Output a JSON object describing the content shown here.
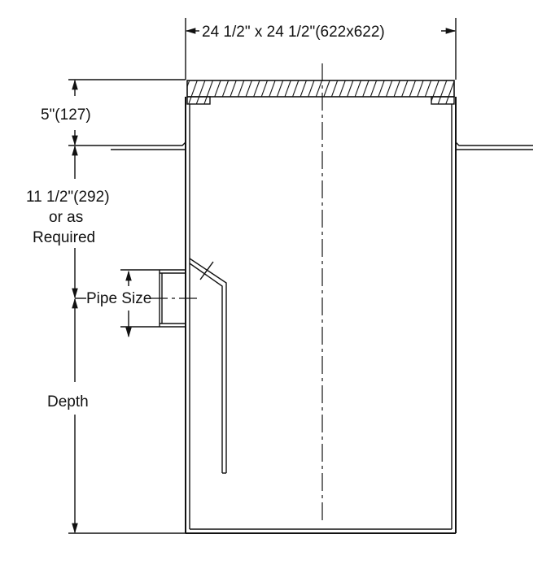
{
  "dimensions": {
    "width": "24 1/2\" x 24 1/2\"(622x622)",
    "top_height": "5\"(127)",
    "mid_height_line1": "11 1/2\"(292)",
    "mid_height_line2": "or as",
    "mid_height_line3": "Required",
    "pipe_size": "Pipe Size",
    "depth": "Depth"
  },
  "colors": {
    "line": "#111111",
    "background": "#ffffff"
  }
}
